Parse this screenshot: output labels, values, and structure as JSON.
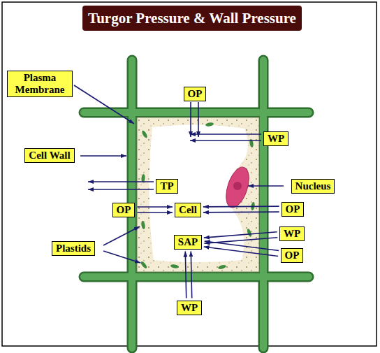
{
  "diagram": {
    "title": "Turgor Pressure & Wall Pressure",
    "nodes": [
      {
        "text": [
          "OP"
        ]
      },
      {
        "text": [
          "Plasma Membrane"
        ]
      },
      {
        "text": [
          "WP"
        ]
      },
      {
        "text": [
          "Cell Wall"
        ]
      },
      {
        "text": [
          "TP"
        ]
      },
      {
        "text": [
          "Nucleus"
        ]
      },
      {
        "text": [
          "OP"
        ]
      },
      {
        "text": [
          "Cell"
        ]
      },
      {
        "text": [
          "OP"
        ]
      },
      {
        "text": [
          "WP"
        ]
      },
      {
        "text": [
          "Plastids"
        ]
      },
      {
        "text": [
          "SAP"
        ]
      },
      {
        "text": [
          "OP"
        ]
      },
      {
        "text": [
          "WP"
        ]
      }
    ],
    "edges": [
      {
        "from": 6,
        "to": 7,
        "arrow": "to"
      },
      {
        "from": 8,
        "to": 7,
        "arrow": "to"
      },
      {
        "from": 9,
        "to": 11,
        "arrow": "to"
      },
      {
        "from": 12,
        "to": 11,
        "arrow": "to"
      },
      {
        "from": 13,
        "to": 11,
        "arrow": "to"
      }
    ]
  }
}
